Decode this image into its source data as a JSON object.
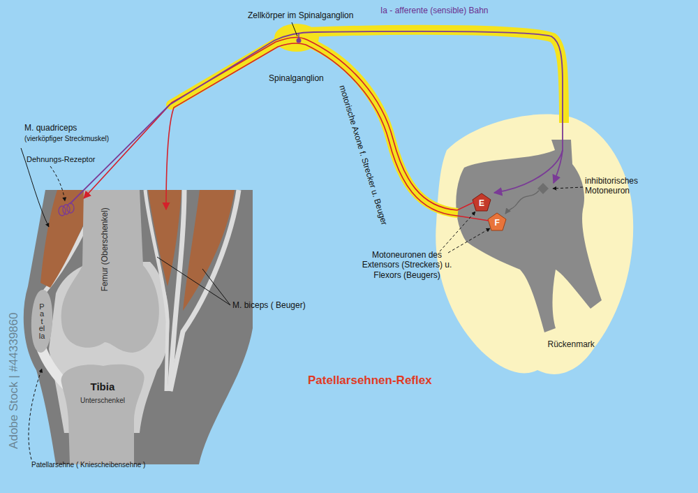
{
  "diagram": {
    "title": "Patellarsehnen-Reflex",
    "nodes": [
      {
        "text": [
          "Femur (Oberschenkel)"
        ]
      },
      {
        "text": [
          "Patella"
        ]
      },
      {
        "text": [
          "Tibia",
          "Unterschenkel"
        ]
      },
      {
        "text": [
          "Rückenmark"
        ]
      },
      {
        "text": [
          "E"
        ],
        "in": 3
      },
      {
        "text": [
          "F"
        ],
        "in": 3
      }
    ],
    "labels": [
      "Zellkörper im Spinalganglion",
      "Ia - afferente (sensible) Bahn",
      "Spinalganglion",
      "motorische Axone f. Strecker u. Beuger",
      "M. quadriceps",
      "(vierköpfiger Streckmuskel)",
      "Dehnungs-Rezeptor",
      "M. biceps ( Beuger)",
      "inhibitorisches Motoneuron",
      "Motoneuronen des Extensors (Streckers) u. Flexors (Beugers)",
      "Patellarsehne ( Kniescheibensehne )",
      "Adobe Stock | #44339860"
    ]
  }
}
